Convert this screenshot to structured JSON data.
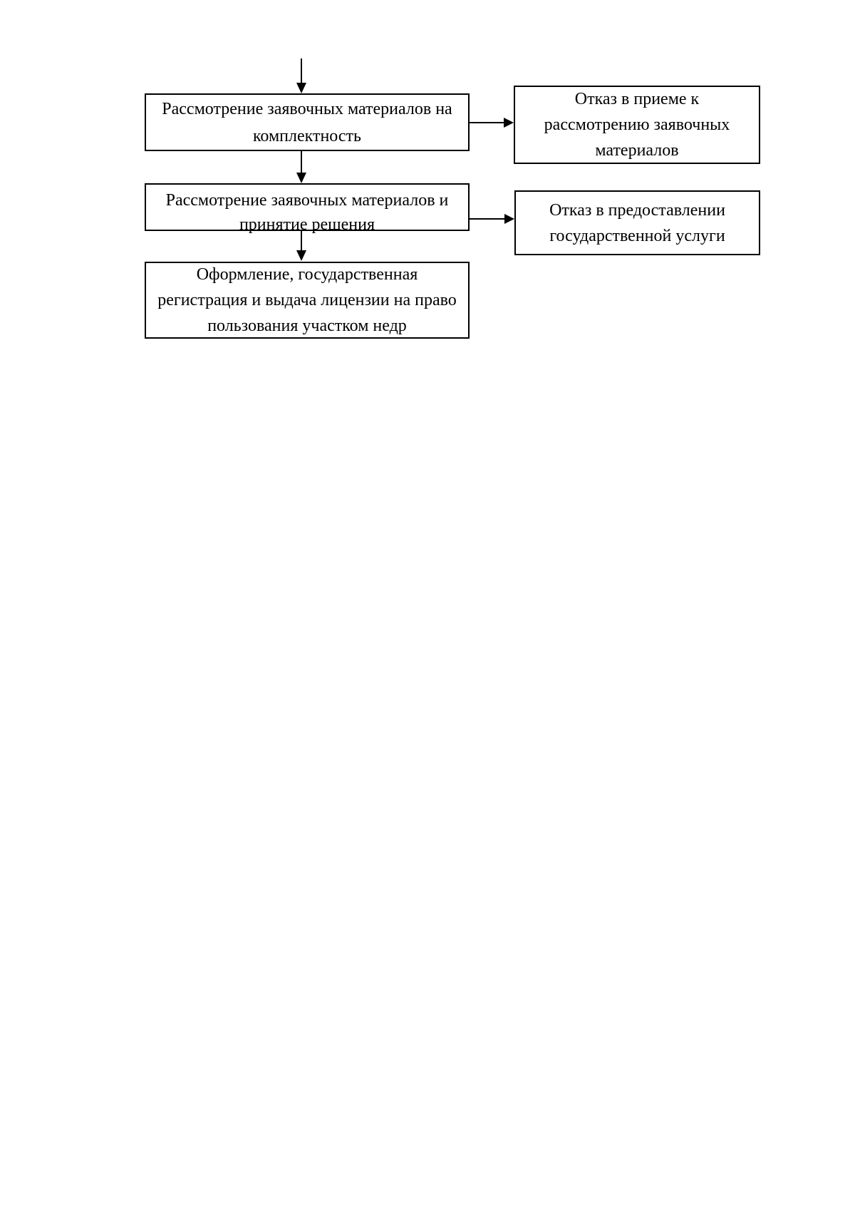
{
  "flowchart": {
    "title": "",
    "process_boxes": [
      {
        "id": "review-completeness",
        "lines": [
          "Рассмотрение заявочных материалов на",
          "комплектность"
        ]
      },
      {
        "id": "review-decision",
        "lines": [
          "Рассмотрение заявочных материалов и",
          "принятие решения"
        ]
      },
      {
        "id": "license-registration-issue",
        "lines": [
          "Оформление, государственная",
          "регистрация и выдача лицензии на право",
          "пользования участком недр"
        ]
      }
    ],
    "rejection_boxes": [
      {
        "id": "reject-acceptance",
        "lines": [
          "Отказ в приеме к",
          "рассмотрению заявочных",
          "материалов"
        ]
      },
      {
        "id": "reject-service",
        "lines": [
          "Отказ в предоставлении",
          "государственной услуги"
        ]
      }
    ],
    "colors": {
      "background": "#ffffff",
      "border": "#000000",
      "text": "#000000",
      "arrow": "#000000"
    }
  }
}
